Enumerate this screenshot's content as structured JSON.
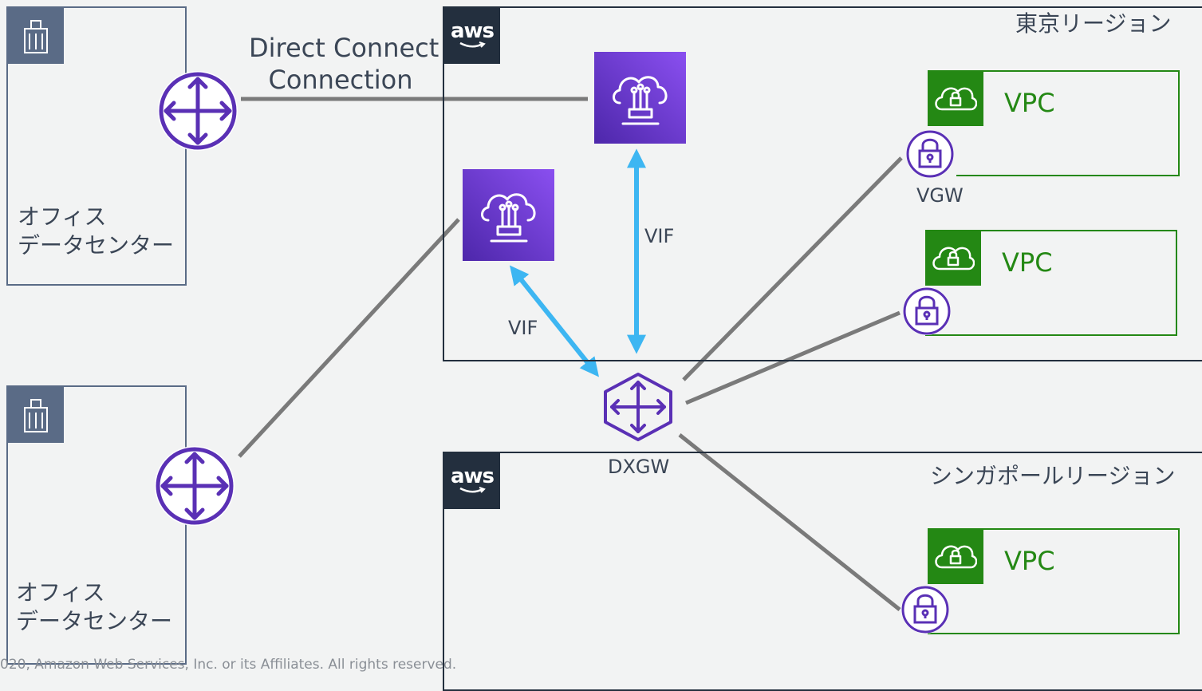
{
  "direct_connect": {
    "label_line1": "Direct Connect",
    "label_line2": "Connection"
  },
  "datacenters": [
    {
      "line1": "オフィス",
      "line2": "データセンター"
    },
    {
      "line1": "オフィス",
      "line2": "データセンター"
    }
  ],
  "regions": {
    "tokyo": "東京リージョン",
    "singapore": "シンガポールリージョン"
  },
  "aws_logo_text": "aws",
  "vpc_label": "VPC",
  "vgw_label": "VGW",
  "vif_labels": [
    "VIF",
    "VIF"
  ],
  "dxgw_label": "DXGW",
  "copyright": "020, Amazon Web Services, Inc. or its Affiliates. All rights reserved.",
  "colors": {
    "background": "#f2f3f3",
    "purple": "#7d3fd6",
    "vpc_green": "#248814",
    "link_gray": "#7a7a7a",
    "vif_blue": "#3db6f2",
    "aws_navy": "#232f3e"
  },
  "icons": [
    "building-icon",
    "router-icon",
    "aws-logo",
    "direct-connect-icon",
    "vpc-cloud-icon",
    "vpn-gateway-icon",
    "dx-gateway-icon"
  ]
}
